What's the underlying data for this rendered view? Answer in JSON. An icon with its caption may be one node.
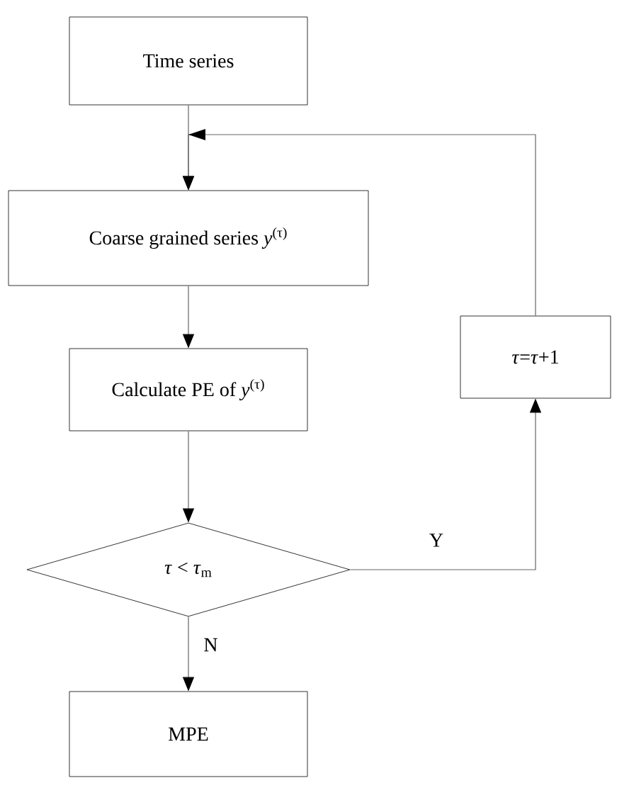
{
  "diagram": {
    "nodes": [
      {
        "text": [
          "Time series"
        ]
      },
      {
        "text": [
          "Coarse grained series *y*$^{(τ)}$"
        ]
      },
      {
        "text": [
          "Calculate PE of *y*$^{(τ)}$"
        ]
      },
      {
        "text": [
          "*τ* < *τ*$_{m}$"
        ]
      },
      {
        "text": [
          "MPE"
        ]
      },
      {
        "text": [
          "*τ*=*τ*+1"
        ]
      }
    ],
    "edges": [
      {
        "from": 0,
        "to": 1,
        "arrow": "to"
      },
      {
        "from": 1,
        "to": 2,
        "arrow": "to"
      },
      {
        "from": 2,
        "to": 3,
        "arrow": "to"
      },
      {
        "from": 3,
        "to": 4,
        "arrow": "to",
        "label": "N"
      },
      {
        "from": 3,
        "to": 5,
        "arrow": "to",
        "label": "Y"
      },
      {
        "from": 5,
        "to": 1,
        "arrow": "to"
      }
    ]
  }
}
